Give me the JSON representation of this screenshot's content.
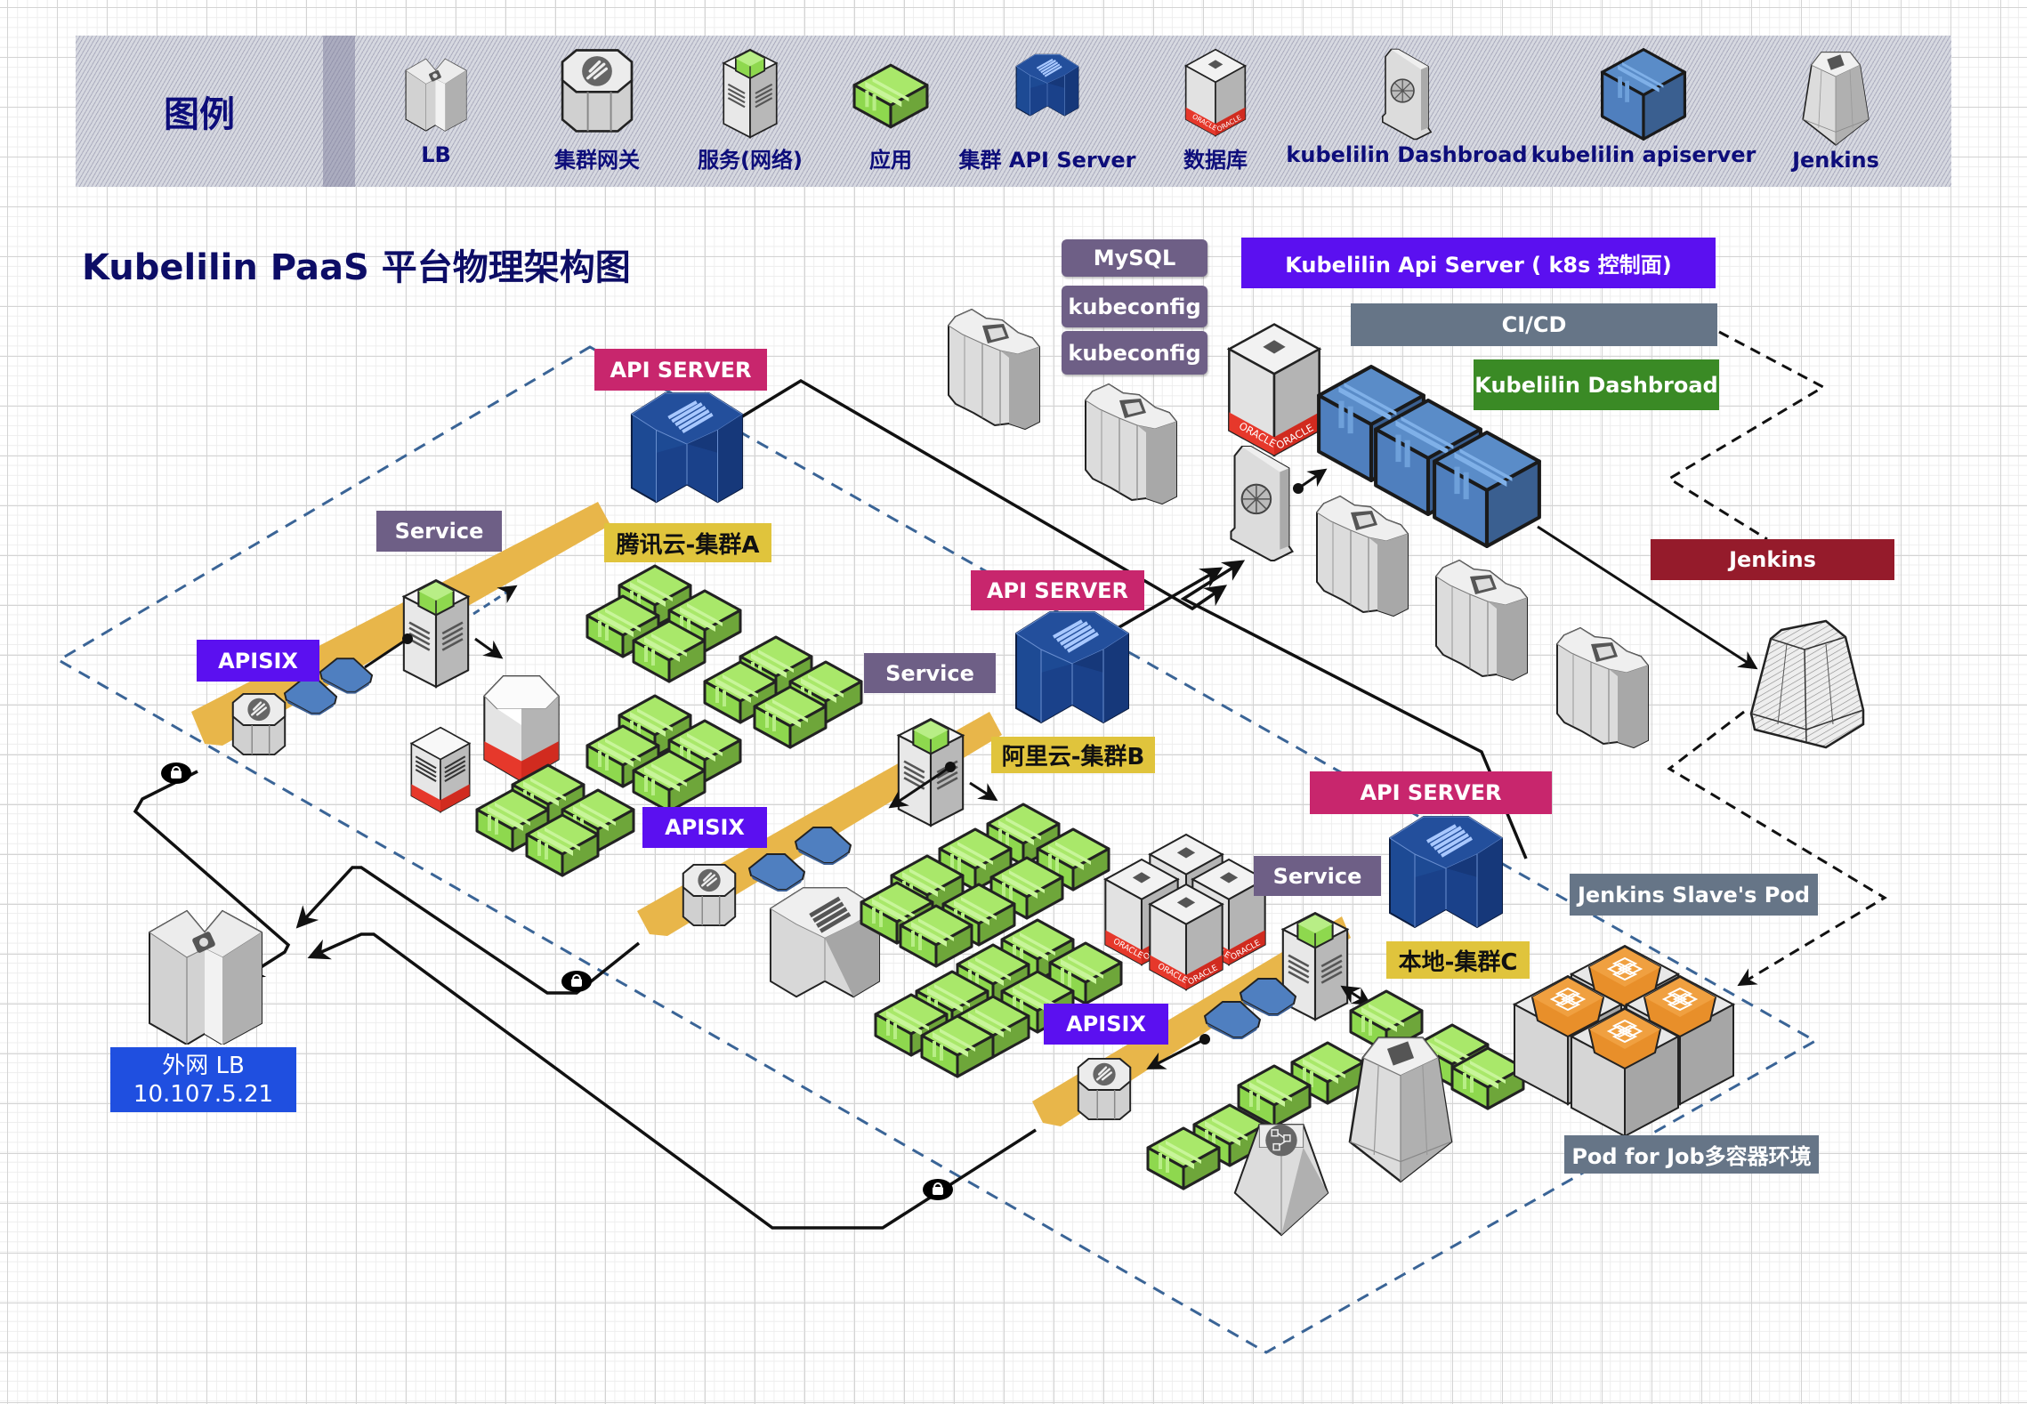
{
  "legend": {
    "title": "图例",
    "items": [
      {
        "label": "LB",
        "icon": "load-balancer-icon"
      },
      {
        "label": "集群网关",
        "icon": "cluster-gateway-icon"
      },
      {
        "label": "服务(网络)",
        "icon": "service-network-icon"
      },
      {
        "label": "应用",
        "icon": "application-icon"
      },
      {
        "label": "集群 API Server",
        "icon": "cluster-api-server-icon"
      },
      {
        "label": "数据库",
        "icon": "database-icon"
      },
      {
        "label": "kubelilin Dashbroad",
        "icon": "kubelilin-dashboard-icon"
      },
      {
        "label": "kubelilin apiserver",
        "icon": "kubelilin-apiserver-icon"
      },
      {
        "label": "Jenkins",
        "icon": "jenkins-icon"
      }
    ]
  },
  "title": "Kubelilin PaaS 平台物理架构图",
  "control_plane": {
    "mysql_label": "MySQL",
    "kubeconfig_labels": [
      "kubeconfig",
      "kubeconfig"
    ],
    "api_server_label": "Kubelilin Api Server ( k8s 控制面)",
    "cicd_label": "CI/CD",
    "dashboard_label": "Kubelilin Dashbroad",
    "jenkins_label": "Jenkins",
    "jenkins_slave_label": "Jenkins Slave's Pod",
    "pod_for_job_label": "Pod for Job多容器环境"
  },
  "clusters": [
    {
      "name": "腾讯云-集群A",
      "api_server_label": "API SERVER",
      "service_label": "Service",
      "gateway_label": "APISIX"
    },
    {
      "name": "阿里云-集群B",
      "api_server_label": "API SERVER",
      "service_label": "Service",
      "gateway_label": "APISIX"
    },
    {
      "name": "本地-集群C",
      "api_server_label": "API SERVER",
      "service_label": "Service",
      "gateway_label": "APISIX"
    }
  ],
  "external_lb": {
    "name": "外网 LB",
    "ip": "10.107.5.21"
  },
  "colors": {
    "api_server_tag": "#c8266d",
    "service_tag": "#6e5f86",
    "apisix_tag": "#5b10f0",
    "cluster_name_tag": "#e0c43c",
    "kubelilin_api_tag": "#5b10f0",
    "cicd_tag": "#667587",
    "dashboard_tag": "#3a8a25",
    "jenkins_tag": "#951b2b",
    "external_lb_tag": "#1f4fe0",
    "app_green": "#8ed84e",
    "gateway_band": "#e8b64a",
    "boundary_dash": "#3a6496"
  }
}
